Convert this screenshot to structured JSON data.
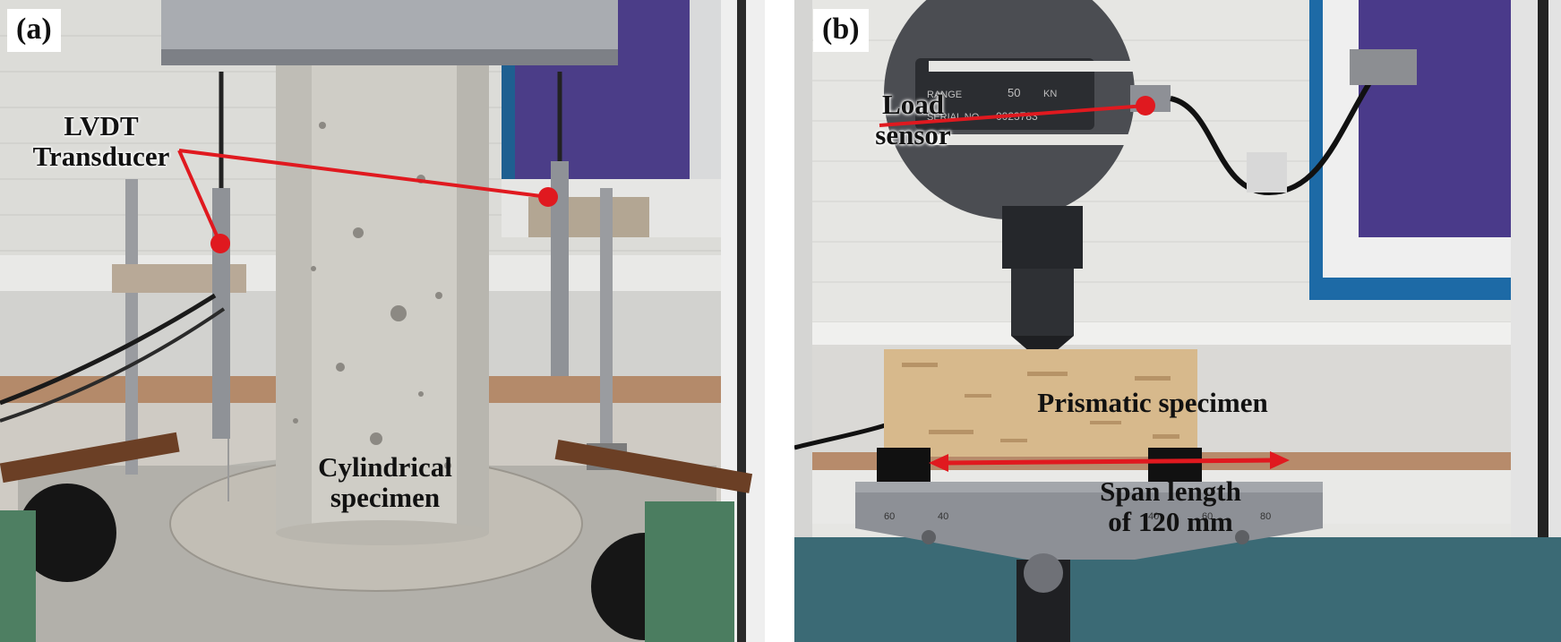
{
  "panels": [
    {
      "tag": "(a)",
      "labels": {
        "lvdt": "LVDT\nTransducer",
        "cylinder": "Cylindrical\nspecimen"
      }
    },
    {
      "tag": "(b)",
      "labels": {
        "load": "Load\nsensor",
        "prism": "Prismatic specimen",
        "span": "Span length\nof 120 mm"
      },
      "plate": {
        "range_label": "RANGE",
        "range_value": "50",
        "range_unit": "KN",
        "serial_label": "SERIAL NO",
        "serial_value": "0023783"
      },
      "ruler_ticks": [
        "60",
        "40",
        "40",
        "60",
        "80"
      ]
    }
  ],
  "colors": {
    "annotation": "#e0191f",
    "concrete": "#cfcdc6",
    "wall": "#e8e8e6",
    "window_frame": "#1d6aa6",
    "window_glass": "#4a3a8a",
    "table": "#3b6a75",
    "steel": "#8d9096"
  }
}
